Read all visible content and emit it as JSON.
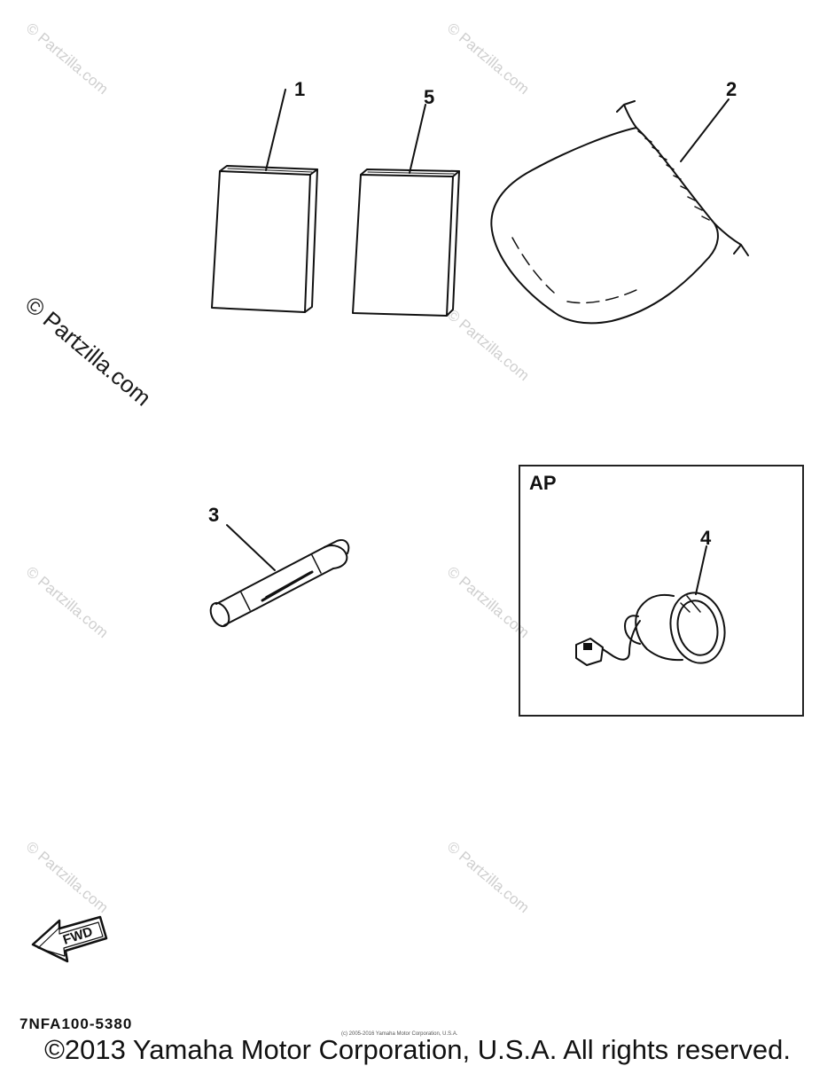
{
  "watermarks": {
    "text": "© Partzilla.com"
  },
  "callouts": {
    "p1": "1",
    "p5": "5",
    "p2": "2",
    "p3": "3",
    "p4": "4"
  },
  "ap_box": {
    "label": "AP"
  },
  "fwd_arrow": {
    "label": "FWD"
  },
  "drawing_code": "7NFA100-5380",
  "small_copyright": "(c) 2005-2016 Yamaha Motor Corporation, U.S.A.",
  "copyright": "©2013 Yamaha Motor Corporation, U.S.A. All rights reserved."
}
